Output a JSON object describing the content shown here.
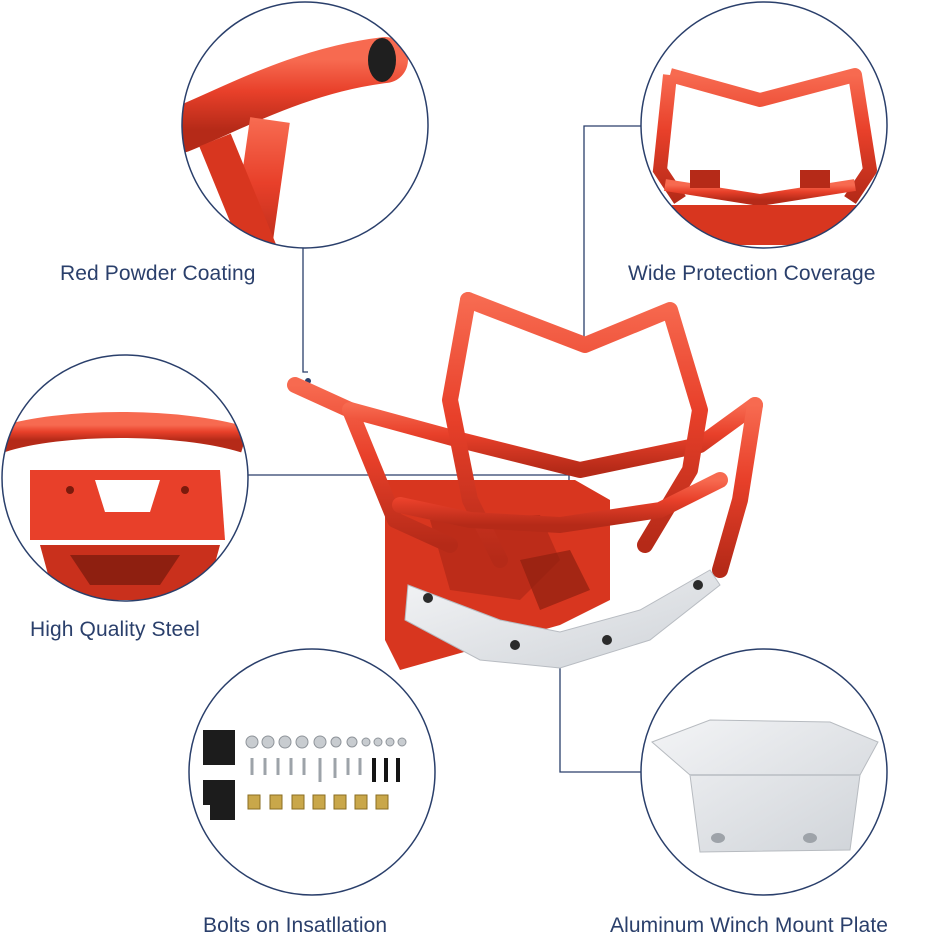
{
  "features": [
    {
      "id": "red",
      "label": "Red Powder Coating"
    },
    {
      "id": "wide",
      "label": "Wide Protection Coverage"
    },
    {
      "id": "steel",
      "label": "High Quality Steel"
    },
    {
      "id": "bolts",
      "label": "Bolts on Insatllation"
    },
    {
      "id": "alum",
      "label": "Aluminum Winch Mount Plate"
    }
  ],
  "colors": {
    "bumper_red": "#e8402a",
    "bumper_dark": "#b52a18",
    "skid_plate": "#e9ecef",
    "circle_border": "#2a3f6b",
    "callout_line": "#2a3f6b",
    "label_text": "#2a3f6b"
  }
}
